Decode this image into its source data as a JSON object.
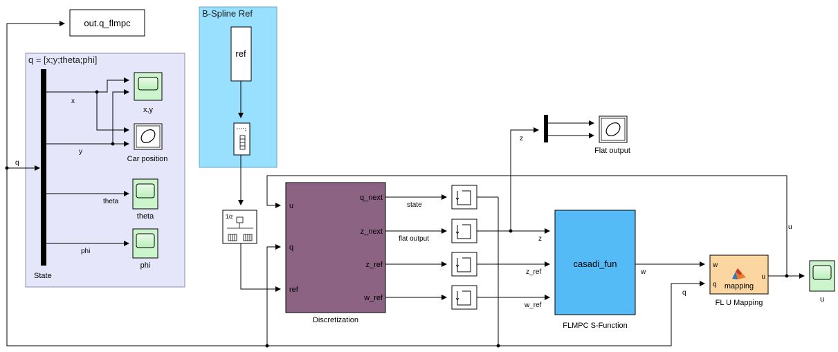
{
  "areas": {
    "state_area_title": "q = [x;y;theta;phi]",
    "ref_area_title": "B-Spline Ref"
  },
  "blocks": {
    "goto_label": "out.q_flmpc",
    "ref_label": "ref",
    "mux_label": "State",
    "scope_xy_label": "x,y",
    "xy_graph_label": "Car position",
    "scope_theta_label": "theta",
    "scope_phi_label": "phi",
    "flat_xy_label": "Flat output",
    "delay_text": "1/z",
    "disc_label": "Discretization",
    "disc_in_u": "u",
    "disc_in_q": "q",
    "disc_in_ref": "ref",
    "disc_out_qnext": "q_next",
    "disc_out_znext": "z_next",
    "disc_out_zref": "z_ref",
    "disc_out_wref": "w_ref",
    "casadi_name": "casadi_fun",
    "casadi_label": "FLMPC S-Function",
    "casadi_out_w": "w",
    "mapping_in_w": "w",
    "mapping_in_q": "q",
    "mapping_out_u": "u",
    "mapping_name": "mapping",
    "mapping_label": "FL U Mapping",
    "scope_u_label": "u"
  },
  "signals": {
    "q": "q",
    "x": "x",
    "y": "y",
    "theta": "theta",
    "phi": "phi",
    "state": "state",
    "flat_output": "flat output",
    "z_top": "z",
    "z_mid": "z",
    "z_ref": "z_ref",
    "w_ref": "w_ref",
    "u": "u",
    "q_fb": "q"
  },
  "colors": {
    "state_area": "#e6e6fa",
    "ref_area": "#99e0ff",
    "scope": "#cdf5cd",
    "disc_block": "#8c6383",
    "casadi_block": "#55bbf7",
    "mapping_block": "#fbd6a0"
  },
  "icons": {
    "scope": "scope-screen-icon",
    "xy_graph": "xy-graph-ellipse-icon",
    "zoh": "zero-order-hold-step-icon",
    "matlab_function": "matlab-logo-icon"
  }
}
